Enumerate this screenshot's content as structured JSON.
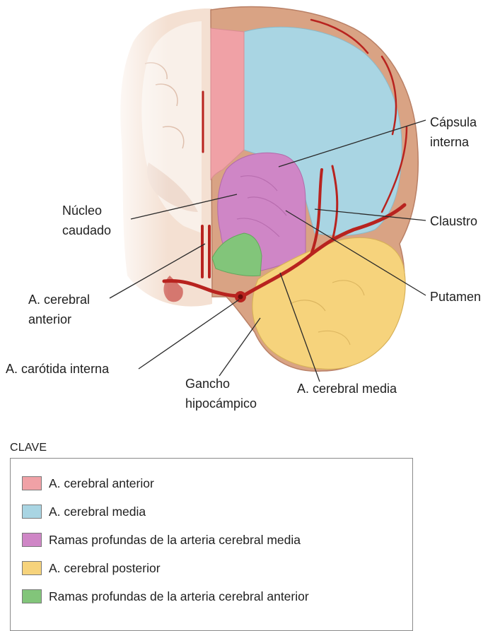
{
  "labels": {
    "capsula": [
      "Cápsula",
      "interna"
    ],
    "nucleo": [
      "Núcleo",
      "caudado"
    ],
    "claustro": "Claustro",
    "a_cerebral_anterior": [
      "A. cerebral",
      "anterior"
    ],
    "putamen": "Putamen",
    "a_carotida": "A. carótida interna",
    "gancho": [
      "Gancho",
      "hipocámpico"
    ],
    "a_cerebral_media": "A. cerebral media"
  },
  "key": {
    "title": "CLAVE",
    "items": [
      {
        "label": "A. cerebral anterior",
        "color": "#f0a1a6"
      },
      {
        "label": "A. cerebral media",
        "color": "#a9d5e3"
      },
      {
        "label": "Ramas profundas de la arteria cerebral media",
        "color": "#cf86c6"
      },
      {
        "label": "A. cerebral posterior",
        "color": "#f6d37c"
      },
      {
        "label": "Ramas profundas de la arteria cerebral anterior",
        "color": "#82c57a"
      }
    ]
  },
  "colors": {
    "cortex_outer": "#d9a384",
    "white_matter": "#f3e6da",
    "artery": "#b8231f",
    "anterior": "#f0a1a6",
    "media": "#a9d5e3",
    "deep_media": "#cf86c6",
    "posterior": "#f6d37c",
    "deep_anterior": "#82c57a"
  }
}
